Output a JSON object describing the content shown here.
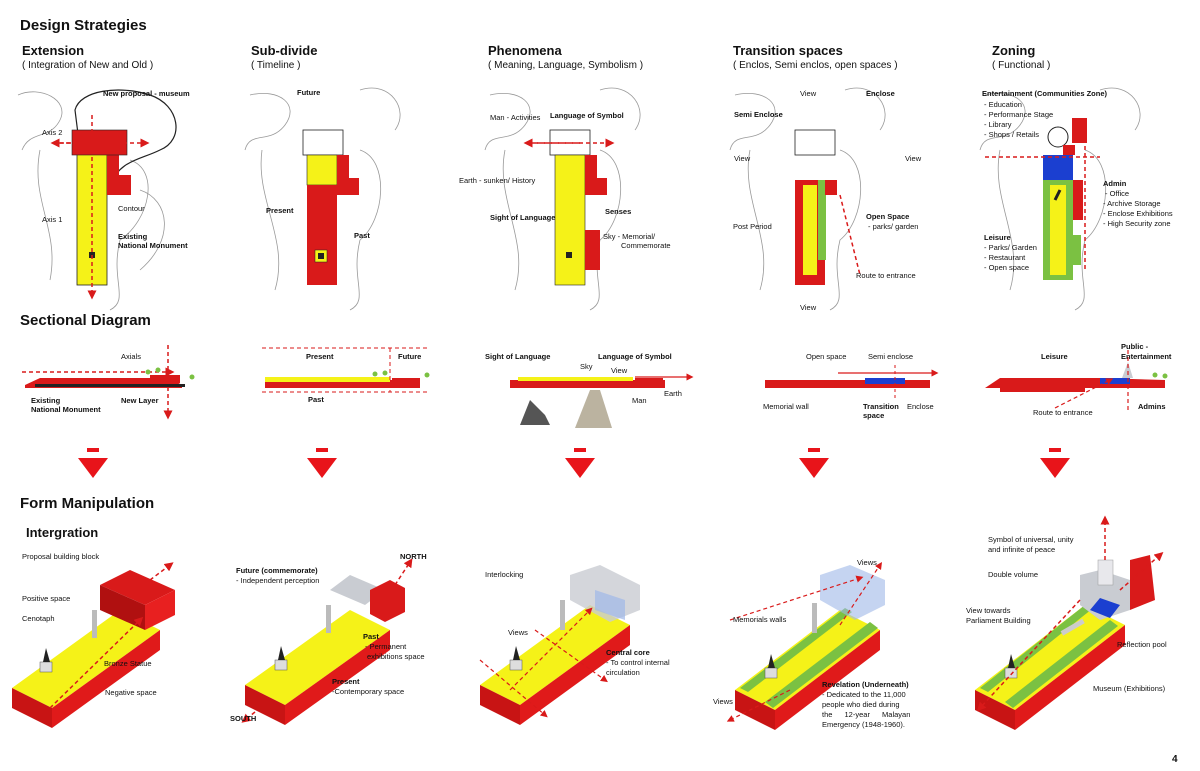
{
  "headings": {
    "design_strategies": "Design Strategies",
    "sectional_diagram": "Sectional Diagram",
    "form_manipulation": "Form Manipulation",
    "intergration": "Intergration"
  },
  "columns": [
    {
      "title": "Extension",
      "subtitle": "( Integration of New and Old )"
    },
    {
      "title": "Sub-divide",
      "subtitle": "( Timeline )"
    },
    {
      "title": "Phenomena",
      "subtitle": "( Meaning, Language, Symbolism )"
    },
    {
      "title": "Transition spaces",
      "subtitle": "( Enclos, Semi enclos, open spaces )"
    },
    {
      "title": "Zoning",
      "subtitle": "( Functional )"
    }
  ],
  "plan_labels": {
    "extension": {
      "new_proposal": "New proposal - museum",
      "axis2": "Axis 2",
      "contour": "Contour",
      "axis1": "Axis 1",
      "existing_1": "Existing",
      "existing_2": "National Monument"
    },
    "subdivide": {
      "future": "Future",
      "present": "Present",
      "past": "Past"
    },
    "phenomena": {
      "man_activities": "Man - Activities",
      "language_of_symbol": "Language of Symbol",
      "earth": "Earth - sunken/ History",
      "sight": "Sight of Language",
      "senses": "Senses",
      "sky_1": "Sky - Memorial/",
      "sky_2": "Commemorate"
    },
    "transition": {
      "view_top": "View",
      "enclose": "Enclose",
      "semi_enclose": "Semi Enclose",
      "view_left": "View",
      "view_right": "View",
      "post_period": "Post Period",
      "open_space": "Open Space",
      "parks": "- parks/ garden",
      "route": "Route to entrance",
      "view_bottom": "View"
    },
    "zoning": {
      "entertainment": "Entertainment (Communities Zone)",
      "ent_items": [
        "- Education",
        "- Performance Stage",
        "- Library",
        "- Shops / Retails"
      ],
      "admin": "Admin",
      "admin_items": [
        "- Office",
        "- Archive Storage",
        "- Enclose Exhibitions",
        "- High Security zone"
      ],
      "leisure": "Leisure",
      "leisure_items": [
        "- Parks/ Garden",
        "- Restaurant",
        "- Open space"
      ]
    }
  },
  "section_labels": {
    "extension": {
      "axials": "Axials",
      "existing_1": "Existing",
      "existing_2": "National Monument",
      "new_layer": "New Layer"
    },
    "subdivide": {
      "present": "Present",
      "future": "Future",
      "past": "Past"
    },
    "phenomena": {
      "sight": "Sight of Language",
      "language": "Language of Symbol",
      "sky": "Sky",
      "view": "View",
      "earth": "Earth",
      "man": "Man"
    },
    "transition": {
      "open_space": "Open space",
      "semi_enclose": "Semi enclose",
      "memorial_wall": "Memorial wall",
      "transition_1": "Transition",
      "transition_2": "space",
      "enclose": "Enclose"
    },
    "zoning": {
      "leisure": "Leisure",
      "public_1": "Public -",
      "public_2": "Entertainment",
      "route": "Route to entrance",
      "admins": "Admins"
    }
  },
  "form_labels": {
    "extension": {
      "proposal_block": "Proposal building block",
      "positive_space": "Positive space",
      "cenotaph": "Cenotaph",
      "bronze_statue": "Bronze Statue",
      "negative_space": "Negative space"
    },
    "subdivide": {
      "future": "Future (commemorate)",
      "future_sub": "- Independent perception",
      "north": "NORTH",
      "past": "Past",
      "past_sub_1": "- Permanent",
      "past_sub_2": "exhibitions space",
      "present": "Present",
      "present_sub": "-Contemporary space",
      "south": "SOUTH"
    },
    "phenomena": {
      "interlocking": "Interlocking",
      "views": "Views",
      "central_core": "Central core",
      "central_sub_1": "- To control internal",
      "central_sub_2": "circulation"
    },
    "transition": {
      "views_top": "Views",
      "memorials_walls": "Memorials walls",
      "revelation": "Revelation (Underneath)",
      "rev_1": "- Dedicated to the 11,000",
      "rev_2": "people who died during",
      "rev_3": "the 12-year Malayan",
      "rev_4": "Emergency (1948-1960).",
      "views_bottom": "Views"
    },
    "zoning": {
      "symbol_1": "Symbol of universal, unity",
      "symbol_2": "and infinite of peace",
      "double_volume": "Double volume",
      "view_towards_1": "View towards",
      "view_towards_2": "Parliament Building",
      "reflection_pool": "Reflection pool",
      "museum": "Museum (Exhibitions)"
    }
  },
  "page_number": "4",
  "colors": {
    "red": "#d91a1a",
    "yellow": "#f5f218",
    "green": "#7bc142",
    "blue": "#1b3fd0",
    "grey": "#c9ccd2"
  }
}
